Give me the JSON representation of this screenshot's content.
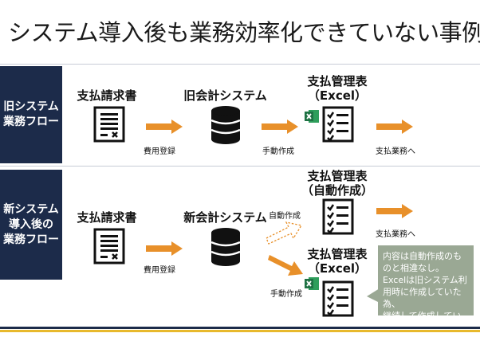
{
  "title": "システム導入後も業務効率化できていない事例",
  "old_flow": {
    "row_label": [
      "旧システム",
      "業務フロー"
    ],
    "invoice_label": "支払請求書",
    "system_label": "旧会計システム",
    "table_label": [
      "支払管理表",
      "（Excel）"
    ],
    "arrow1_label": "費用登録",
    "arrow2_label": "手動作成",
    "arrow3_label": "支払業務へ"
  },
  "new_flow": {
    "row_label": [
      "新システム",
      "導入後の",
      "業務フロー"
    ],
    "invoice_label": "支払請求書",
    "system_label": "新会計システム",
    "auto_table_label": [
      "支払管理表",
      "（自動作成）"
    ],
    "excel_table_label": [
      "支払管理表",
      "（Excel）"
    ],
    "arrow1_label": "費用登録",
    "auto_arrow_label": "自動作成",
    "manual_arrow_label": "手動作成",
    "out_arrow_label": "支払業務へ"
  },
  "note": [
    "内容は自動作成のも",
    "のと相違なし。",
    "Excelは旧システム利",
    "用時に作成していた為、",
    "継続して作成していた。"
  ],
  "colors": {
    "navy": "#1c2b4a",
    "arrow_orange": "#e8902a",
    "note_bg": "#9aa894",
    "accent_gold": "#e8b92c",
    "excel_green": "#1f7244"
  }
}
